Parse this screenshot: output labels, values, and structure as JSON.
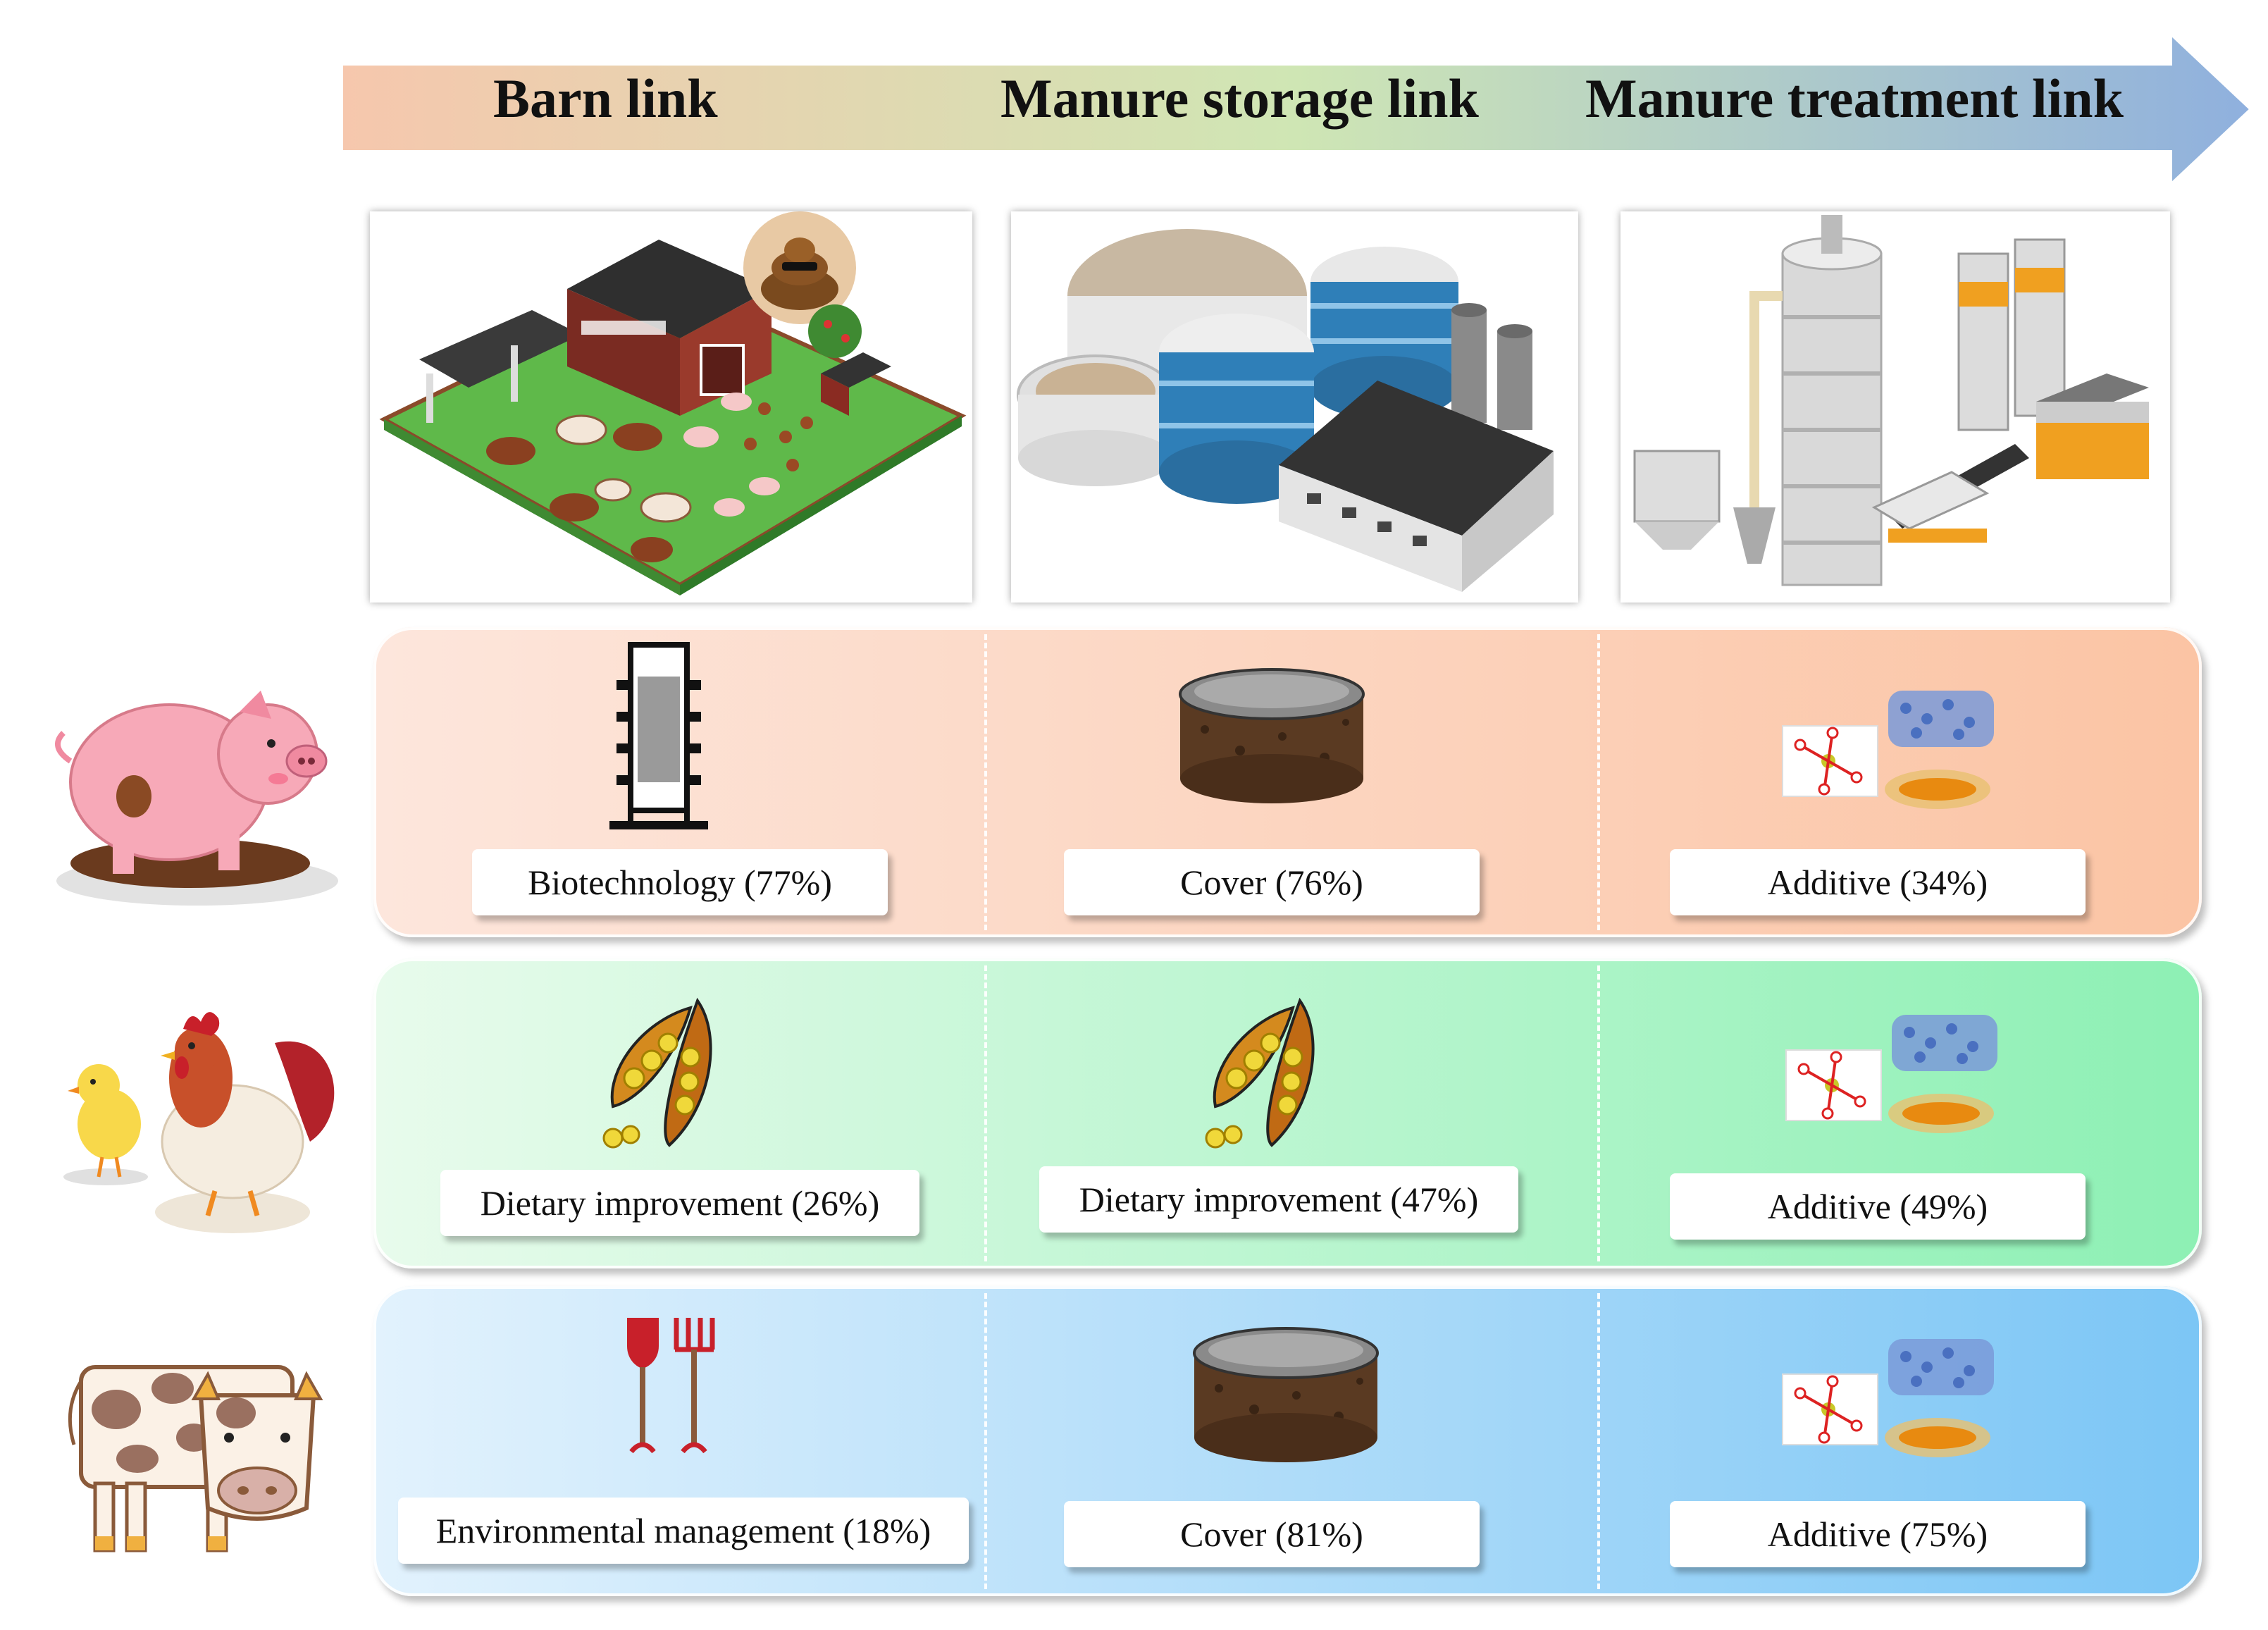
{
  "header": {
    "stages": [
      "Barn link",
      "Manure storage link",
      "Manure treatment link"
    ]
  },
  "rows": [
    {
      "animal": "pig",
      "color_left": "#fde6dc",
      "color_right": "#fbc4a4",
      "cells": [
        {
          "icon": "biofilter-icon",
          "label": "Biotechnology (77%)"
        },
        {
          "icon": "cover-icon",
          "label": "Cover (76%)"
        },
        {
          "icon": "additive-icon",
          "label": "Additive (34%)"
        }
      ]
    },
    {
      "animal": "chicken",
      "color_left": "#e8fbec",
      "color_right": "#8df0b4",
      "cells": [
        {
          "icon": "soybean-icon",
          "label": "Dietary improvement (26%)"
        },
        {
          "icon": "soybean-icon",
          "label": "Dietary improvement (47%)"
        },
        {
          "icon": "additive-icon",
          "label": "Additive (49%)"
        }
      ]
    },
    {
      "animal": "cow",
      "color_left": "#e2f2fd",
      "color_right": "#7cc6f5",
      "cells": [
        {
          "icon": "shovel-rake-icon",
          "label": "Environmental management (18%)"
        },
        {
          "icon": "cover-icon",
          "label": "Cover (81%)"
        },
        {
          "icon": "additive-icon",
          "label": "Additive (75%)"
        }
      ]
    }
  ],
  "colors": {
    "arrow_start": "#f6c7ad",
    "arrow_mid": "#cfe6b4",
    "arrow_end": "#8fb0de"
  }
}
